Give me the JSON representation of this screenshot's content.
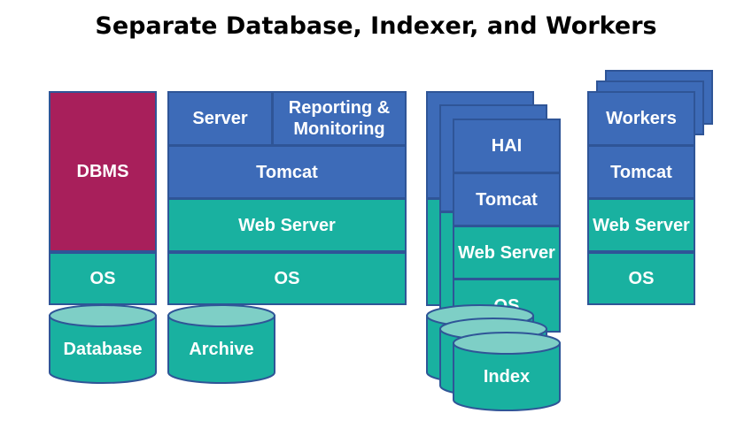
{
  "title": "Separate Database, Indexer, and Workers",
  "colors": {
    "blue": "#3d6bb8",
    "teal": "#19b1a0",
    "maroon": "#a81f5b",
    "border": "#2f5597",
    "cylinder_top": "#7ecfc6"
  },
  "database_stack": {
    "dbms": "DBMS",
    "os": "OS",
    "storage": "Database"
  },
  "main_stack": {
    "server": "Server",
    "reporting": "Reporting & Monitoring",
    "tomcat": "Tomcat",
    "web_server": "Web Server",
    "os": "OS",
    "storage": "Archive"
  },
  "indexer_stack": {
    "hai": "HAI",
    "tomcat": "Tomcat",
    "web_server": "Web Server",
    "os": "OS",
    "storage": "Index"
  },
  "worker_stack": {
    "workers": "Workers",
    "tomcat": "Tomcat",
    "web_server": "Web Server",
    "os": "OS"
  }
}
